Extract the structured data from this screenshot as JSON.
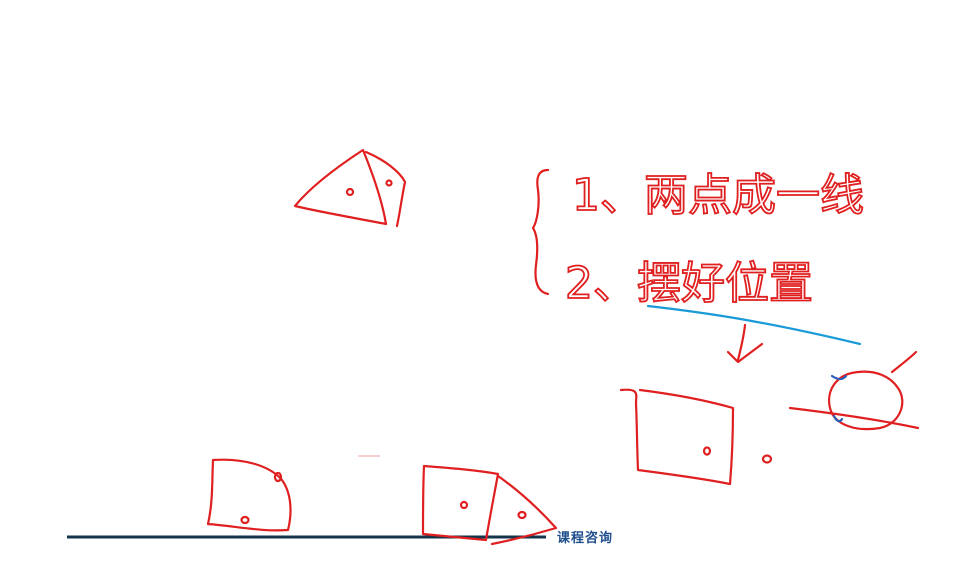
{
  "notes": {
    "line1": "1、两点成一线",
    "line2": "2、摆好位置"
  },
  "consult_link": {
    "label": "课程咨询",
    "color": "#1f4e8c"
  },
  "colors": {
    "ink": "#e02020",
    "underline": "#1a9ad6",
    "baseline": "#14344a"
  }
}
